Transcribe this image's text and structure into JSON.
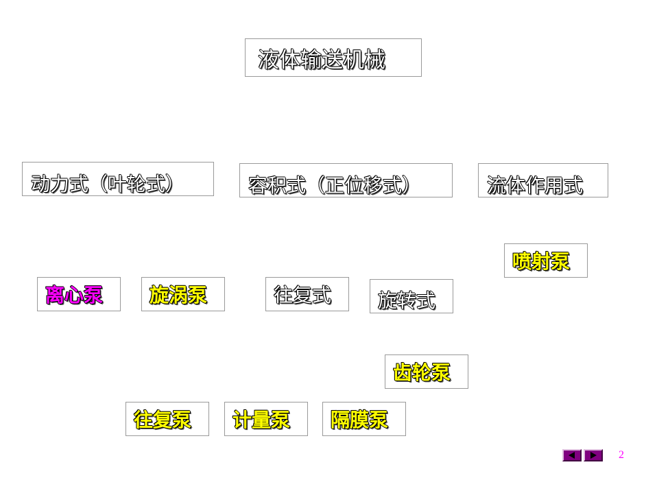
{
  "title": "液体输送机械",
  "categories": {
    "dynamic": "动力式（叶轮式）",
    "positive": "容积式（正位移式）",
    "fluid": "流体作用式"
  },
  "pumps": {
    "jet": "喷射泵",
    "centrifugal": "离心泵",
    "vortex": "旋涡泵",
    "gear": "齿轮泵",
    "reciprocating": "往复泵",
    "metering": "计量泵",
    "diaphragm": "隔膜泵"
  },
  "types": {
    "reciprocating": "往复式",
    "rotary": "旋转式"
  },
  "nav": {
    "prev_icon": "triangle-left-icon",
    "next_icon": "triangle-right-icon"
  },
  "page_number": "2",
  "colors": {
    "highlight_yellow": "#ffff00",
    "highlight_magenta": "#ff00ff",
    "nav_button": "#800080",
    "page_number": "#ff00ff"
  }
}
